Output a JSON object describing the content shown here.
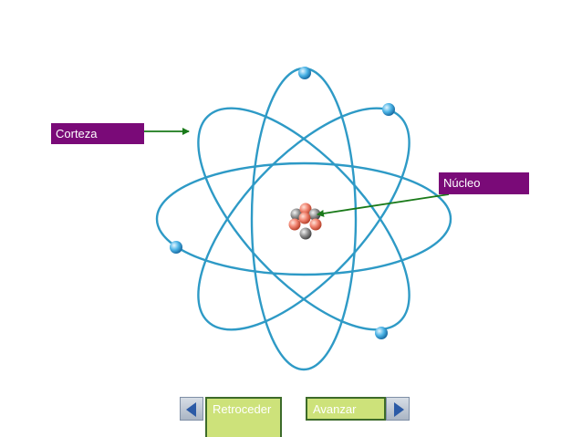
{
  "labels": {
    "corteza": "Corteza",
    "nucleo": "Núcleo"
  },
  "navigation": {
    "prev_label": "Retroceder",
    "next_label": "Avanzar"
  },
  "colors": {
    "label_background": "#7a0a78",
    "orbit": "#2e9ac6",
    "arrow": "#1a7a1a",
    "button_fill": "#cde27a",
    "proton": "#f0826e",
    "neutron": "#8c8c8c",
    "electron": "#3aa5dc"
  },
  "icons": {
    "prev": "arrow-left-icon",
    "next": "arrow-right-icon"
  }
}
